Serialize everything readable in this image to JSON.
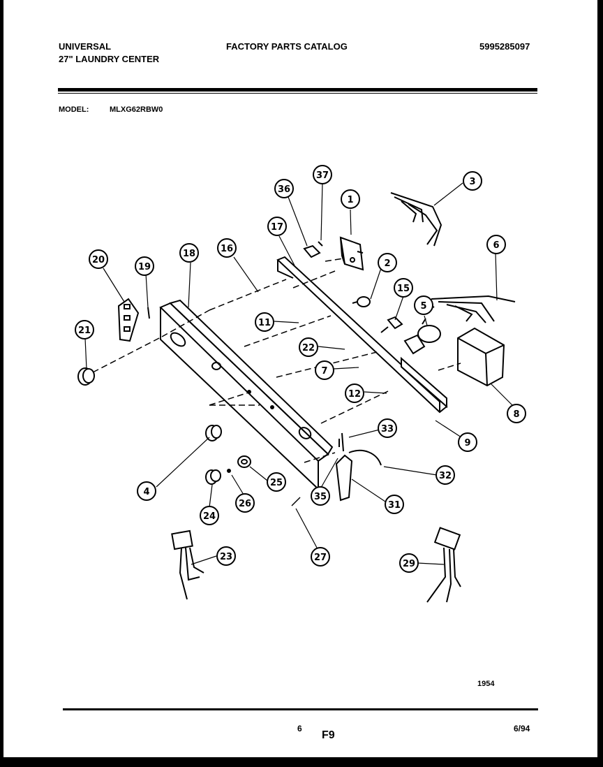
{
  "header": {
    "brand": "UNIVERSAL",
    "product": "27\" LAUNDRY CENTER",
    "catalog": "FACTORY PARTS CATALOG",
    "catalog_number": "5995285097",
    "model_label": "MODEL:",
    "model_value": "MLXG62RBW0"
  },
  "diagram": {
    "callouts": [
      "1",
      "2",
      "3",
      "4",
      "5",
      "6",
      "7",
      "8",
      "9",
      "11",
      "12",
      "15",
      "16",
      "17",
      "18",
      "19",
      "20",
      "21",
      "22",
      "23",
      "24",
      "25",
      "26",
      "27",
      "29",
      "31",
      "32",
      "33",
      "35",
      "36",
      "37"
    ]
  },
  "footer": {
    "drawing_number": "1954",
    "page_number": "6",
    "figure": "F9",
    "date": "6/94"
  }
}
